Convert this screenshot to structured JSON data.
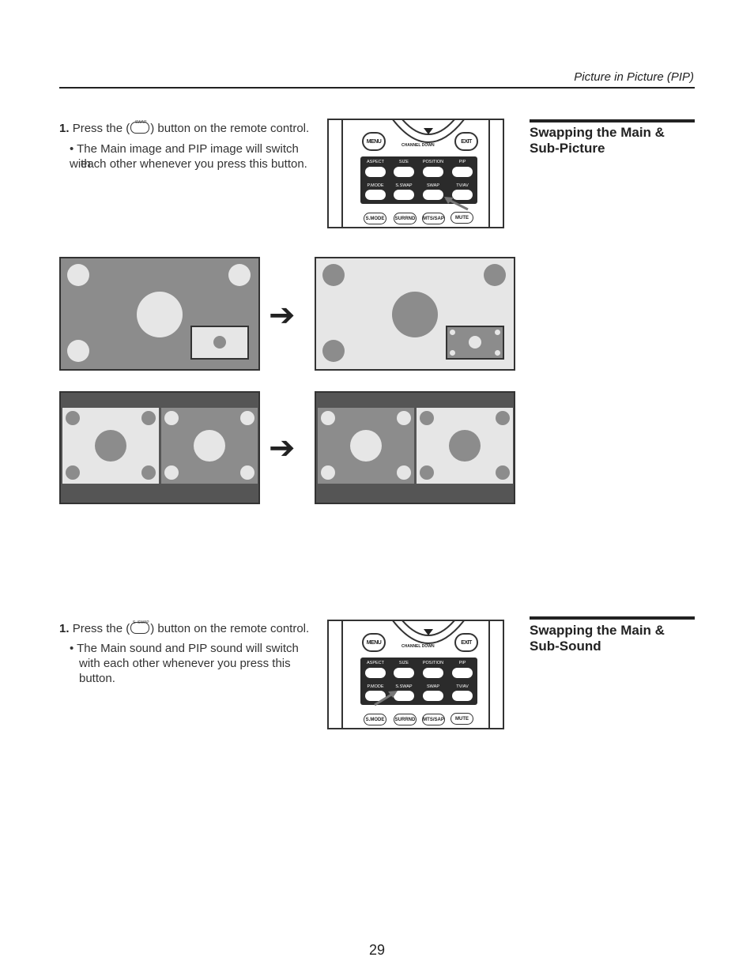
{
  "header": {
    "title": "Picture in Picture (PIP)"
  },
  "section1": {
    "title_line1": "Swapping the Main &",
    "title_line2": "Sub-Picture",
    "step_num": "1.",
    "step_pre": "Press the (",
    "step_key": "SWAP",
    "step_post": ") button on the remote control.",
    "bullet_line1": "• The Main image and PIP image will switch with",
    "bullet_line2": "each other whenever you press this button."
  },
  "section2": {
    "title_line1": "Swapping the Main &",
    "title_line2": "Sub-Sound",
    "step_num": "1.",
    "step_pre": "Press the (",
    "step_key": "S. SWAP",
    "step_post": ") button on the remote control.",
    "bullet_line1": "• The Main sound and PIP sound will switch",
    "bullet_line2": "with each other whenever you press this",
    "bullet_line3": "button."
  },
  "remote": {
    "menu": "MENU",
    "exit": "EXIT",
    "channel_down": "CHANNEL DOWN",
    "row1": [
      "ASPECT",
      "SIZE",
      "POSITION",
      "PIP"
    ],
    "row2": [
      "P.MODE",
      "S.SWAP",
      "SWAP",
      "TV/AV"
    ],
    "bottom": [
      "S.MODE",
      "SURRND",
      "MTS/SAP",
      "MUTE"
    ]
  },
  "arrows": {
    "symbol": "➔"
  },
  "colors": {
    "dark": "#8c8c8c",
    "light": "#e6e6e6",
    "panel": "#2b2b2b",
    "bar": "#555555"
  },
  "page": {
    "number": "29"
  }
}
